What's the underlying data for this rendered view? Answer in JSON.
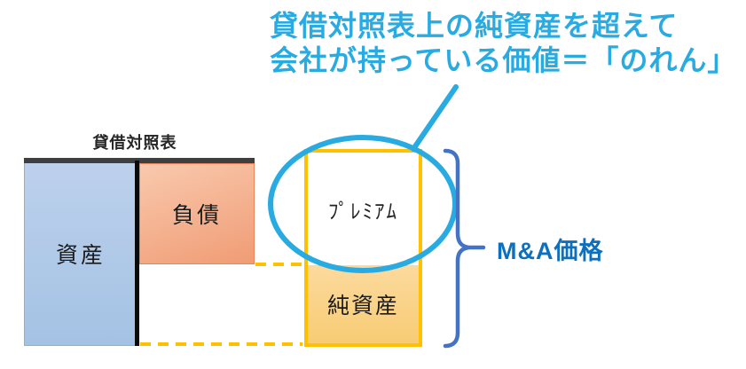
{
  "headline": {
    "line1": "貸借対照表上の純資産を超えて",
    "line2": "会社が持っている価値＝「のれん」"
  },
  "balance_sheet": {
    "title": "貸借対照表",
    "assets_label": "資産",
    "liabilities_label": "負債"
  },
  "mna_box": {
    "premium_label": "ﾌﾟﾚﾐｱﾑ",
    "net_assets_label": "純資産"
  },
  "brace": {
    "label": "M&A価格"
  },
  "colors": {
    "accent_cyan": "#29ABE2",
    "brace_blue": "#4472C4",
    "mna_label_blue": "#0C70BE",
    "dash_yellow": "#FFC000",
    "assets_fill": "#A9C6E8",
    "liabilities_fill": "#F4A583",
    "net_assets_fill": "#FAD48B",
    "top_bar_dark": "#3F3F3F",
    "divider_black": "#0A0A0A"
  }
}
